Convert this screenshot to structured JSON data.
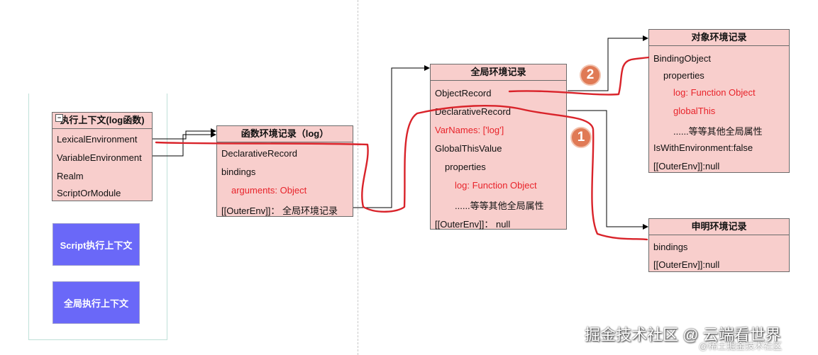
{
  "exec_context": {
    "title": "执行上下文(log函数)",
    "rows": [
      "LexicalEnvironment",
      "VariableEnvironment",
      "Realm",
      "ScriptOrModule"
    ]
  },
  "context_stack": {
    "script_ctx": "Script执行上下文",
    "global_ctx": "全局执行上下文"
  },
  "function_env": {
    "title": "函数环境记录（log）",
    "rows": [
      "DeclarativeRecord",
      "bindings",
      "arguments: Object",
      "[[OuterEnv]]：  全局环境记录"
    ]
  },
  "global_env": {
    "title": "全局环境记录",
    "rows": [
      "ObjectRecord",
      "DeclarativeRecord",
      "VarNames: ['log']",
      "GlobalThisValue",
      "properties",
      "log:  Function Object",
      "......等等其他全局属性",
      "[[OuterEnv]]：  null"
    ]
  },
  "object_env": {
    "title": "对象环境记录",
    "rows": [
      "BindingObject",
      "properties",
      "log:  Function Object",
      "globalThis",
      "......等等其他全局属性",
      "IsWithEnvironment:false",
      "[[OuterEnv]]:null"
    ]
  },
  "decl_env": {
    "title": "申明环境记录",
    "rows": [
      "bindings",
      "[[OuterEnv]]:null"
    ]
  },
  "badges": {
    "one": "1",
    "two": "2"
  },
  "colors": {
    "box_fill": "#f8cecc",
    "context_fill": "#6a68f8",
    "highlight": "#e8232a",
    "badge": "#e07a55"
  },
  "watermark": {
    "main": "掘金技术社区 @ 云端看世界",
    "sub": "@稀土掘金技术社区"
  }
}
